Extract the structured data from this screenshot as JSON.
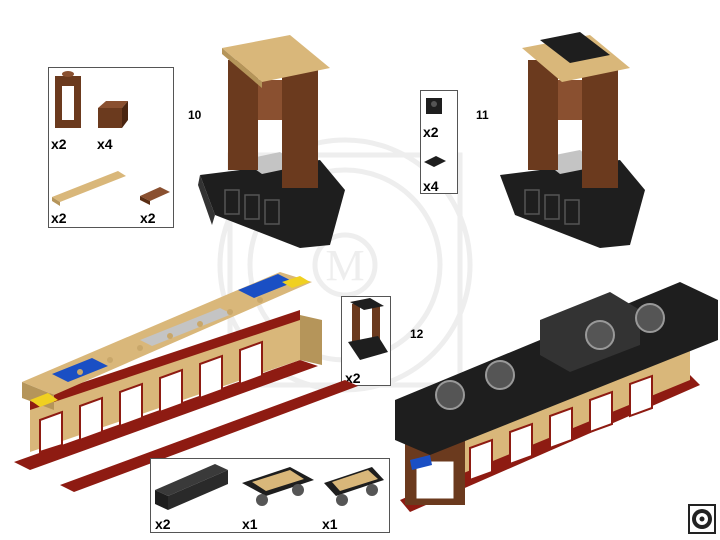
{
  "steps": {
    "s10": "10",
    "s11": "11",
    "s12": "12"
  },
  "parts_step10": {
    "brown_frame": "x2",
    "brown_brick": "x4",
    "tan_plate": "x2",
    "brown_plate": "x2"
  },
  "parts_step11": {
    "black_brick": "x2",
    "black_tile": "x4"
  },
  "parts_step12": {
    "subassembly": "x2"
  },
  "parts_final": {
    "black_brick": "x2",
    "bogie_a": "x1",
    "bogie_b": "x1"
  },
  "colors": {
    "tan": "#d9b77a",
    "reddish_brown": "#6b3a1e",
    "dark_red": "#8e1b12",
    "black": "#1e1e1e",
    "light_gray": "#c4c4c4",
    "blue": "#1a4fc4",
    "yellow": "#f0d020"
  },
  "icons": {
    "page_logo": "wheel-logo-icon",
    "watermark": "watermark-logo-icon"
  }
}
